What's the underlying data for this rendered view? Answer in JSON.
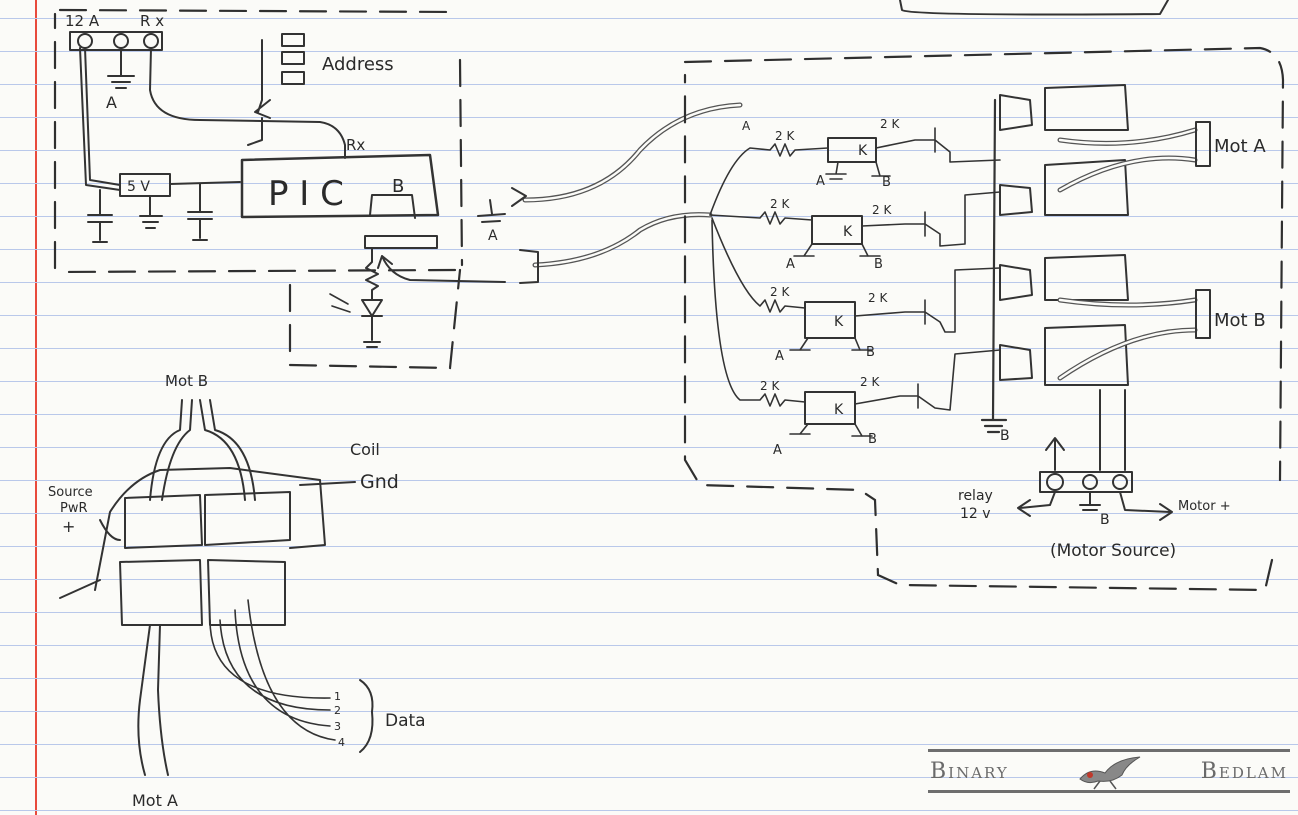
{
  "labels": {
    "supply_12v": "12 A",
    "rx_top": "R x",
    "ground_a": "A",
    "address": "Address",
    "regulator": "5 V",
    "pic": "P I C",
    "pic_b": "B",
    "pic_rx": "Rx",
    "ground_a2": "A",
    "mot_a_right": "Mot A",
    "mot_b_right": "Mot B",
    "resistor_2k": "2 K",
    "transistor_k": "K",
    "ground_a_opto": "A",
    "ground_b_opto": "B",
    "ground_b_bus": "B",
    "relay_12v_line1": "relay",
    "relay_12v_line2": "12 v",
    "motor_plus": "Motor +",
    "ground_b_bottom": "B",
    "motor_source": "(Motor Source)",
    "mot_b_left": "Mot B",
    "coil": "Coil",
    "gnd": "Gnd",
    "source_pwr_line1": "Source",
    "source_pwr_line2": "PwR",
    "plus": "+",
    "data": "Data",
    "data_pins": [
      "1",
      "2",
      "3",
      "4"
    ],
    "mot_a_bottom": "Mot A"
  },
  "logo": {
    "left": "Binary",
    "right": "Bedlam"
  },
  "colors": {
    "paper": "#fbfbf8",
    "rule": "#b9c8ea",
    "margin": "#e84a3c",
    "ink": "#333333"
  }
}
